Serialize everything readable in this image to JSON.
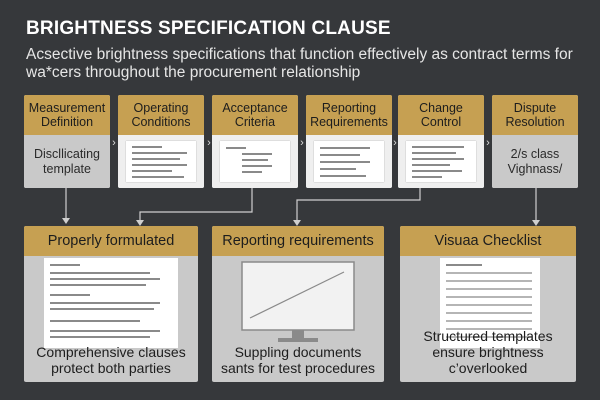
{
  "header": {
    "title": "BRIGHTNESS SPECIFICATION CLAUSE",
    "subtitle": "Acsective brightness specifications that function effectively as contract terms for wa*cers throughout the procurement relationship"
  },
  "stages": [
    {
      "label": "Measurement Definition",
      "body": "Discllicating template"
    },
    {
      "label": "Operating Conditions",
      "body": ""
    },
    {
      "label": "Acceptance Criteria",
      "body": ""
    },
    {
      "label": "Reporting Requirements",
      "body": ""
    },
    {
      "label": "Change Control",
      "body": ""
    },
    {
      "label": "Dispute Resolution",
      "body": "2/s class Vighnass/"
    }
  ],
  "cards": [
    {
      "title": "Properly formulated language",
      "caption": "Comprehensive clauses protect both parties"
    },
    {
      "title": "Reporting requirements",
      "caption": "Suppling documents sants for test procedures"
    },
    {
      "title": "Visuaa Checklist",
      "caption": "Structured templates ensure brightness c’overlooked"
    }
  ],
  "colors": {
    "background": "#36383b",
    "accent": "#c6a052",
    "panel": "#c9c9c9"
  }
}
